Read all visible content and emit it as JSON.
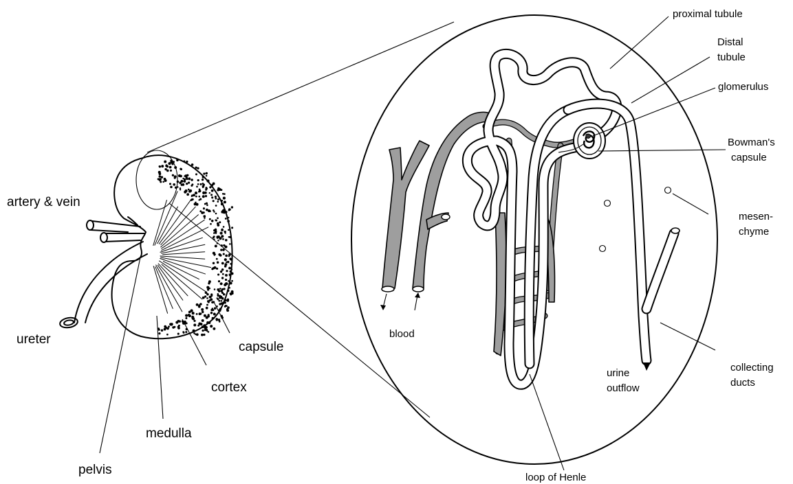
{
  "kidney_labels": {
    "artery_vein": "artery & vein",
    "ureter": "ureter",
    "capsule": "capsule",
    "cortex": "cortex",
    "medulla": "medulla",
    "pelvis": "pelvis"
  },
  "nephron_labels": {
    "proximal_tubule": "proximal tubule",
    "distal_tubule_line1": "Distal",
    "distal_tubule_line2": "tubule",
    "glomerulus": "glomerulus",
    "bowmans_capsule_line1": "Bowman's",
    "bowmans_capsule_line2": "capsule",
    "mesenchyme_line1": "mesen-",
    "mesenchyme_line2": "chyme",
    "blood": "blood",
    "urine_outflow_line1": "urine",
    "urine_outflow_line2": "outflow",
    "collecting_ducts_line1": "collecting",
    "collecting_ducts_line2": "ducts",
    "loop_of_henle": "loop of Henle"
  }
}
